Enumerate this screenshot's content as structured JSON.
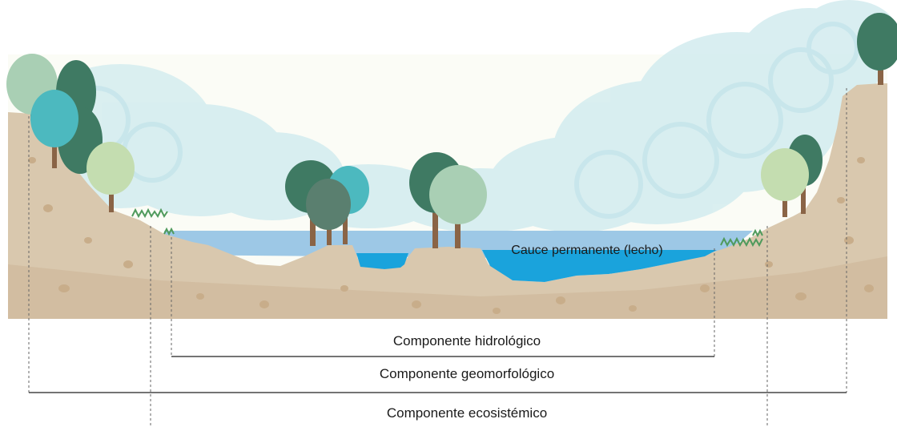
{
  "labels": {
    "cauce": "Cauce permanente (lecho)",
    "hidrologico": "Componente hidrológico",
    "geomorfologico": "Componente geomorfológico",
    "ecosistemico": "Componente ecosistémico"
  },
  "colors": {
    "soil": "#d9c8ae",
    "soil_dark": "#cdb697",
    "water_light": "#9dc8e6",
    "water_deep": "#1aa3dc",
    "mist": "#cfe9ee",
    "tree_dark": "#3e7d63",
    "tree_mid": "#6a9d82",
    "tree_light": "#c4ddb0",
    "tree_teal": "#4cb9bf",
    "trunk": "#8a6446",
    "line": "#222222"
  }
}
